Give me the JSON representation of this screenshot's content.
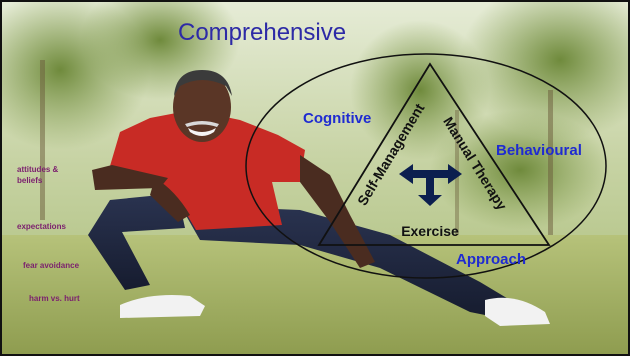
{
  "title": "Comprehensive",
  "labels": {
    "cognitive": "Cognitive",
    "behavioural": "Behavioural",
    "approach": "Approach"
  },
  "triangle": {
    "left_side": "Self-Management",
    "right_side": "Manual Therapy",
    "bottom": "Exercise"
  },
  "side_list": [
    "attitudes &",
    "beliefs",
    "expectations",
    "fear avoidance",
    "harm vs. hurt"
  ],
  "colors": {
    "title": "#2d2aa6",
    "labels": "#1f2bd1",
    "side_list": "#7b1f6e",
    "arrows": "#0c1f4f"
  },
  "icons": [
    "t-shaped-arrows-icon"
  ]
}
